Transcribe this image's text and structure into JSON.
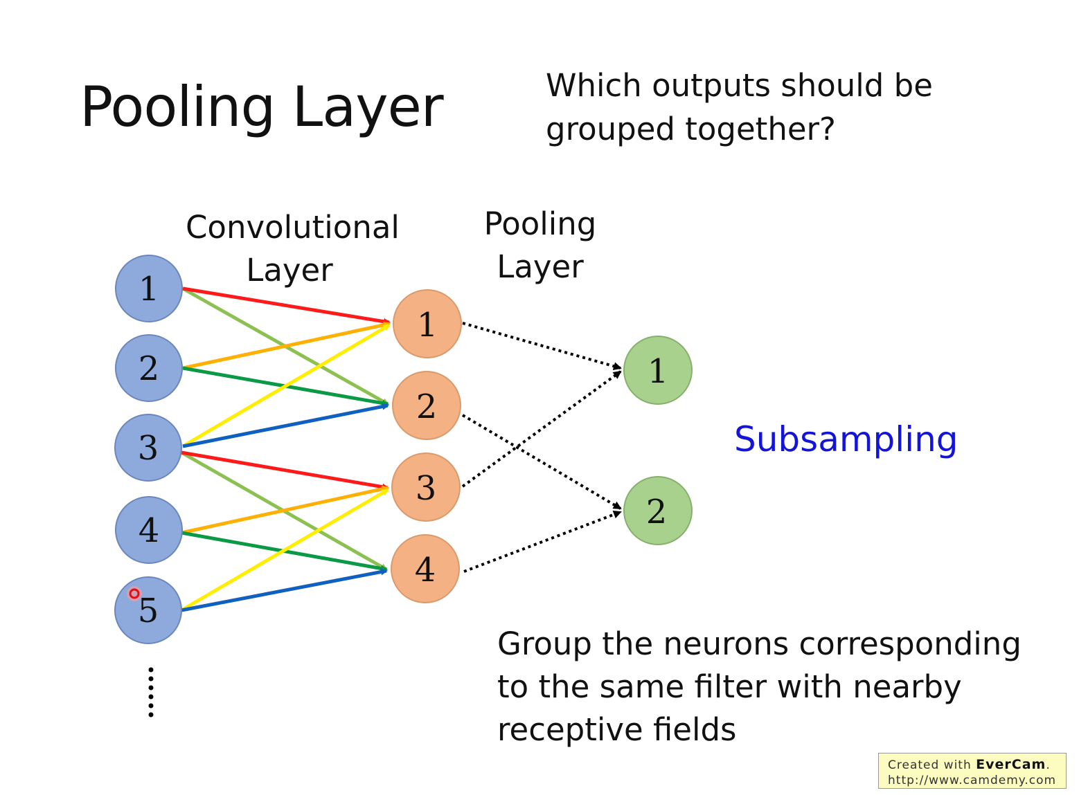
{
  "slide": {
    "title": "Pooling Layer",
    "question_line1": "Which outputs should be",
    "question_line2": "grouped together?",
    "conv_label_line1": "Convolutional",
    "conv_label_line2": "Layer",
    "pool_label_line1": "Pooling",
    "pool_label_line2": "Layer",
    "subsampling": "Subsampling",
    "description_line1": "Group the neurons corresponding",
    "description_line2": "to the same filter with nearby",
    "description_line3": "receptive fields"
  },
  "diagram": {
    "input_nodes": [
      "1",
      "2",
      "3",
      "4",
      "5"
    ],
    "conv_nodes": [
      "1",
      "2",
      "3",
      "4"
    ],
    "pool_nodes": [
      "1",
      "2"
    ],
    "colors": {
      "input_fill": "#8ea9db",
      "conv_fill": "#f4b183",
      "pool_fill": "#a9d18e",
      "red": "#ff1a1a",
      "orange": "#ffb000",
      "yellow": "#ffee00",
      "light_green": "#8cc152",
      "green": "#0a9a45",
      "blue": "#1060c0"
    }
  },
  "credit": {
    "prefix": "Created with ",
    "brand": "EverCam",
    "suffix": ".",
    "url": "http://www.camdemy.com"
  }
}
